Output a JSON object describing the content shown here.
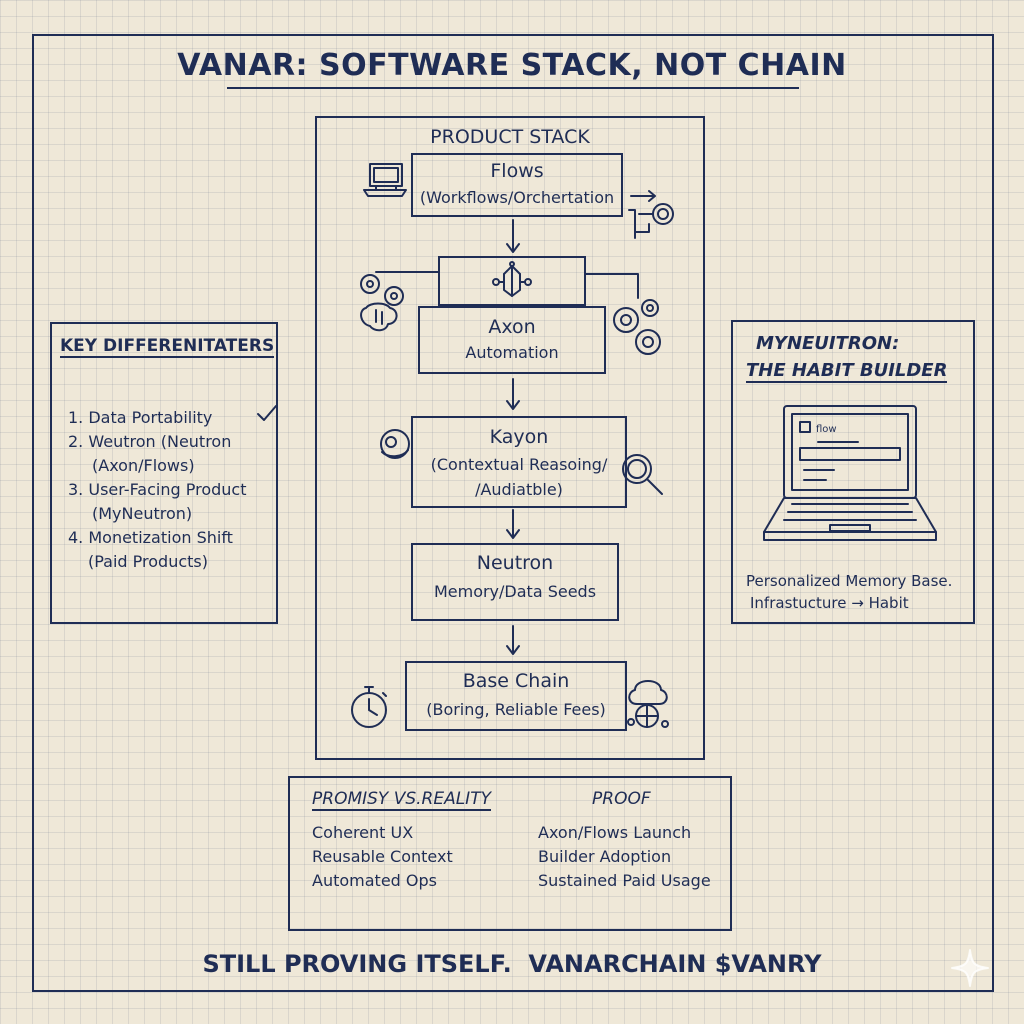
{
  "title": "VANAR: SOFTWARE STACK, NOT CHAIN",
  "stack": {
    "heading": "PRODUCT STACK",
    "layers": [
      {
        "name": "Flows",
        "desc": "(Workflows/Orchertation"
      },
      {
        "name": "Axon",
        "desc": "Automation"
      },
      {
        "name": "Kayon",
        "desc": "(Contextual Reasoing/",
        "desc2": "/Audiatble)"
      },
      {
        "name": "Neutron",
        "desc": "Memory/Data Seeds"
      },
      {
        "name": "Base Chain",
        "desc": "(Boring, Reliable Fees)"
      }
    ]
  },
  "differentiators": {
    "heading": "KEY DIFFERENITATERS",
    "items": [
      {
        "line1": "1.  Data Portability",
        "line2": ""
      },
      {
        "line1": "2.  Weutron  (Neutron",
        "line2": "(Axon/Flows)"
      },
      {
        "line1": "3.  User-Facing Product",
        "line2": "(MyNeutron)"
      },
      {
        "line1": "4.  Monetization Shift",
        "line2": "(Paid Products)"
      }
    ]
  },
  "myneutron": {
    "heading1": "MYNEUITRON:",
    "heading2": "THE HABIT BUILDER",
    "screen_label": "flow",
    "caption1": "Personalized Memory Base.",
    "caption2": "Infrastucture → Habit"
  },
  "promise": {
    "heading_left": "PROMISY VS.REALITY",
    "heading_right": "PROOF",
    "left_items": [
      "Coherent UX",
      "Reusable Context",
      "Automated Ops"
    ],
    "right_items": [
      "Axon/Flows Launch",
      "Builder Adoption",
      "Sustained Paid Usage"
    ]
  },
  "footer": "STILL PROVING ITSELF.  VANARCHAIN $VANRY",
  "colors": {
    "ink": "#1f2d55",
    "paper": "#efe8d8"
  },
  "icons": [
    "monitor-icon",
    "process-icon",
    "brain-gears-icon",
    "flow-hub-icon",
    "gears-icon",
    "brain-head-icon",
    "magnifier-icon",
    "laptop-icon",
    "stopwatch-icon",
    "globe-network-icon",
    "checkmark-icon",
    "arrow-icon"
  ]
}
